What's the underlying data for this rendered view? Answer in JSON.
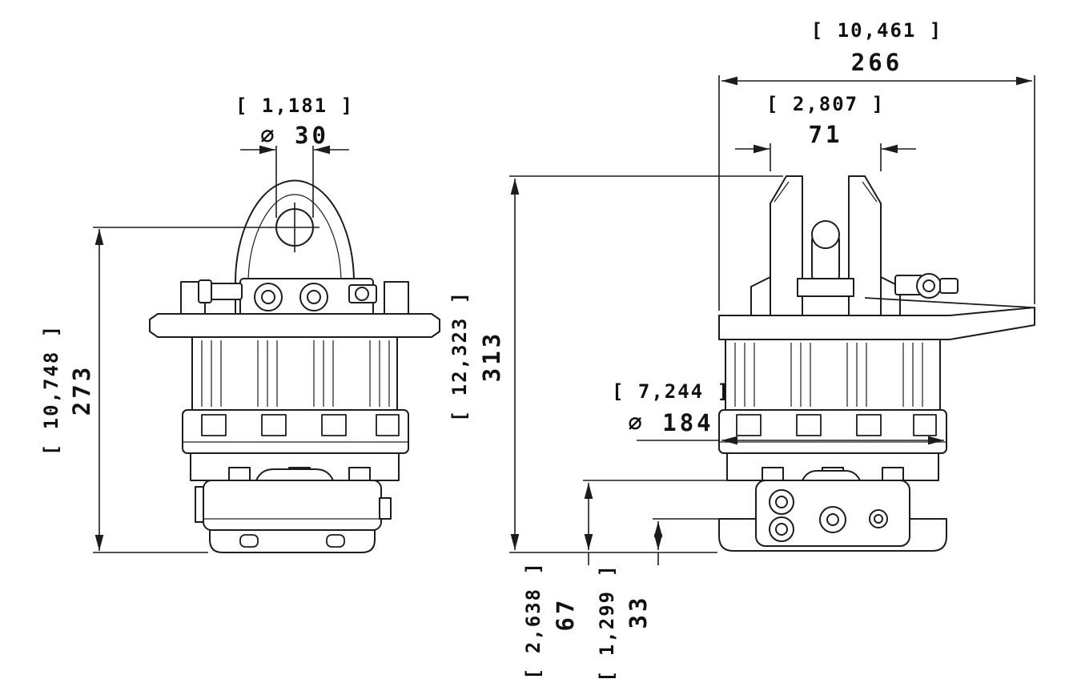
{
  "drawing": {
    "kind": "technical-dimension-drawing",
    "colors": {
      "line": "#1c1c1c",
      "background": "#ffffff",
      "text": "#111111"
    },
    "dimensions": {
      "pin_hole_diameter": {
        "inches": "[ 1,181 ]",
        "mm": "⌀ 30"
      },
      "front_height": {
        "inches": "[ 10,748 ]",
        "mm": "273"
      },
      "overall_width": {
        "inches": "[ 10,461 ]",
        "mm": "266"
      },
      "clevis_width": {
        "inches": "[ 2,807 ]",
        "mm": "71"
      },
      "overall_height": {
        "inches": "[ 12,323 ]",
        "mm": "313"
      },
      "body_diameter": {
        "inches": "[ 7,244 ]",
        "mm": "⌀ 184"
      },
      "flange_height": {
        "inches": "[ 2,638 ]",
        "mm": "67"
      },
      "base_height": {
        "inches": "[ 1,299 ]",
        "mm": "33"
      }
    }
  }
}
